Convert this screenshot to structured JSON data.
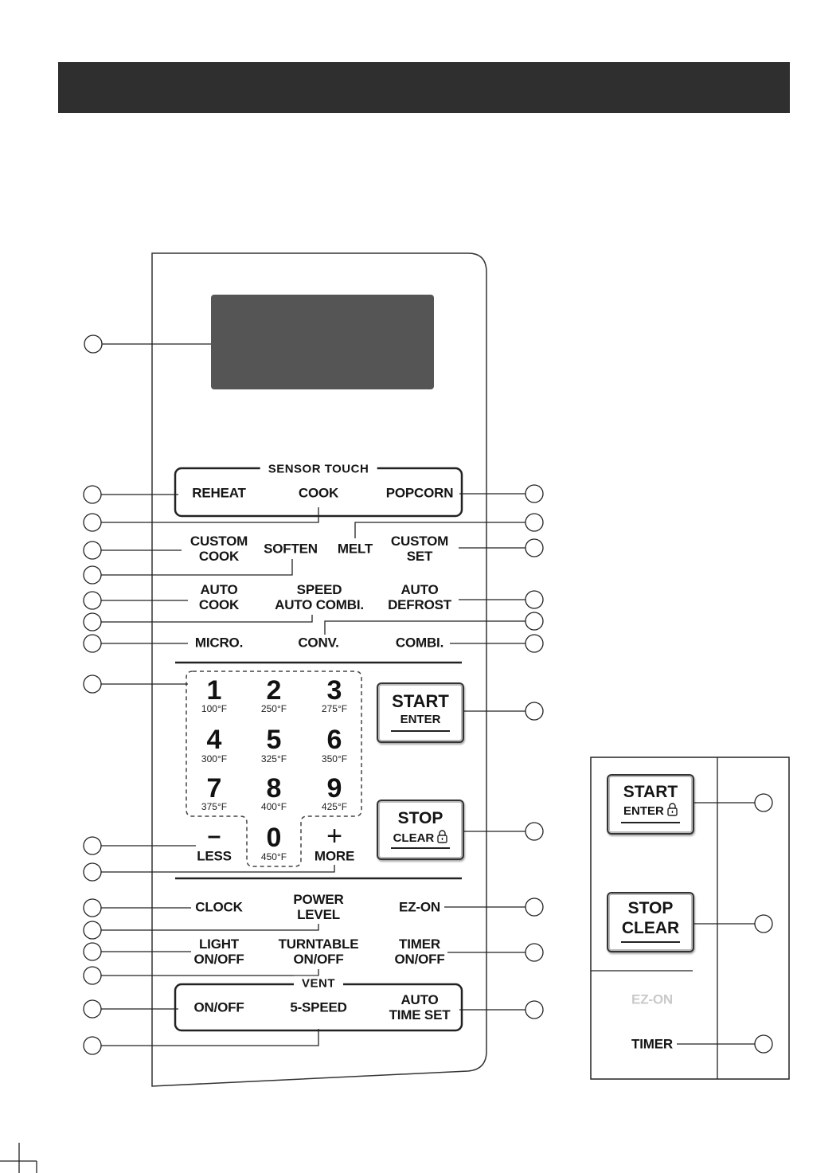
{
  "sensor_touch": {
    "title": "SENSOR TOUCH",
    "reheat": "REHEAT",
    "cook": "COOK",
    "popcorn": "POPCORN"
  },
  "row_custom": {
    "custom_cook": "CUSTOM\nCOOK",
    "soften": "SOFTEN",
    "melt": "MELT",
    "custom_set": "CUSTOM\nSET"
  },
  "row_auto": {
    "auto_cook": "AUTO\nCOOK",
    "speed_auto_combi": "SPEED\nAUTO COMBI.",
    "auto_defrost": "AUTO\nDEFROST"
  },
  "row_modes": {
    "micro": "MICRO.",
    "conv": "CONV.",
    "combi": "COMBI."
  },
  "keypad": [
    {
      "digit": "1",
      "temp": "100°F"
    },
    {
      "digit": "2",
      "temp": "250°F"
    },
    {
      "digit": "3",
      "temp": "275°F"
    },
    {
      "digit": "4",
      "temp": "300°F"
    },
    {
      "digit": "5",
      "temp": "325°F"
    },
    {
      "digit": "6",
      "temp": "350°F"
    },
    {
      "digit": "7",
      "temp": "375°F"
    },
    {
      "digit": "8",
      "temp": "400°F"
    },
    {
      "digit": "9",
      "temp": "425°F"
    },
    {
      "digit": "0",
      "temp": "450°F"
    }
  ],
  "less": {
    "symbol": "–",
    "label": "LESS"
  },
  "more": {
    "symbol": "+",
    "label": "MORE"
  },
  "start_btn": {
    "main": "START",
    "sub": "ENTER"
  },
  "stop_btn": {
    "main": "STOP",
    "sub": "CLEAR"
  },
  "lower": {
    "clock": "CLOCK",
    "power_level": "POWER\nLEVEL",
    "ez_on": "EZ-ON",
    "light": "LIGHT\nON/OFF",
    "turntable": "TURNTABLE\nON/OFF",
    "timer_onoff": "TIMER\nON/OFF"
  },
  "vent": {
    "title": "VENT",
    "onoff": "ON/OFF",
    "five_speed": "5-SPEED",
    "auto_time_set": "AUTO\nTIME SET"
  },
  "inset": {
    "start_main": "START",
    "start_sub": "ENTER",
    "stop_main": "STOP",
    "stop_sub": "CLEAR",
    "ez_on": "EZ-ON",
    "timer": "TIMER"
  },
  "colors": {
    "header": "#2f2f2f",
    "display": "#555555",
    "line": "#222222"
  }
}
